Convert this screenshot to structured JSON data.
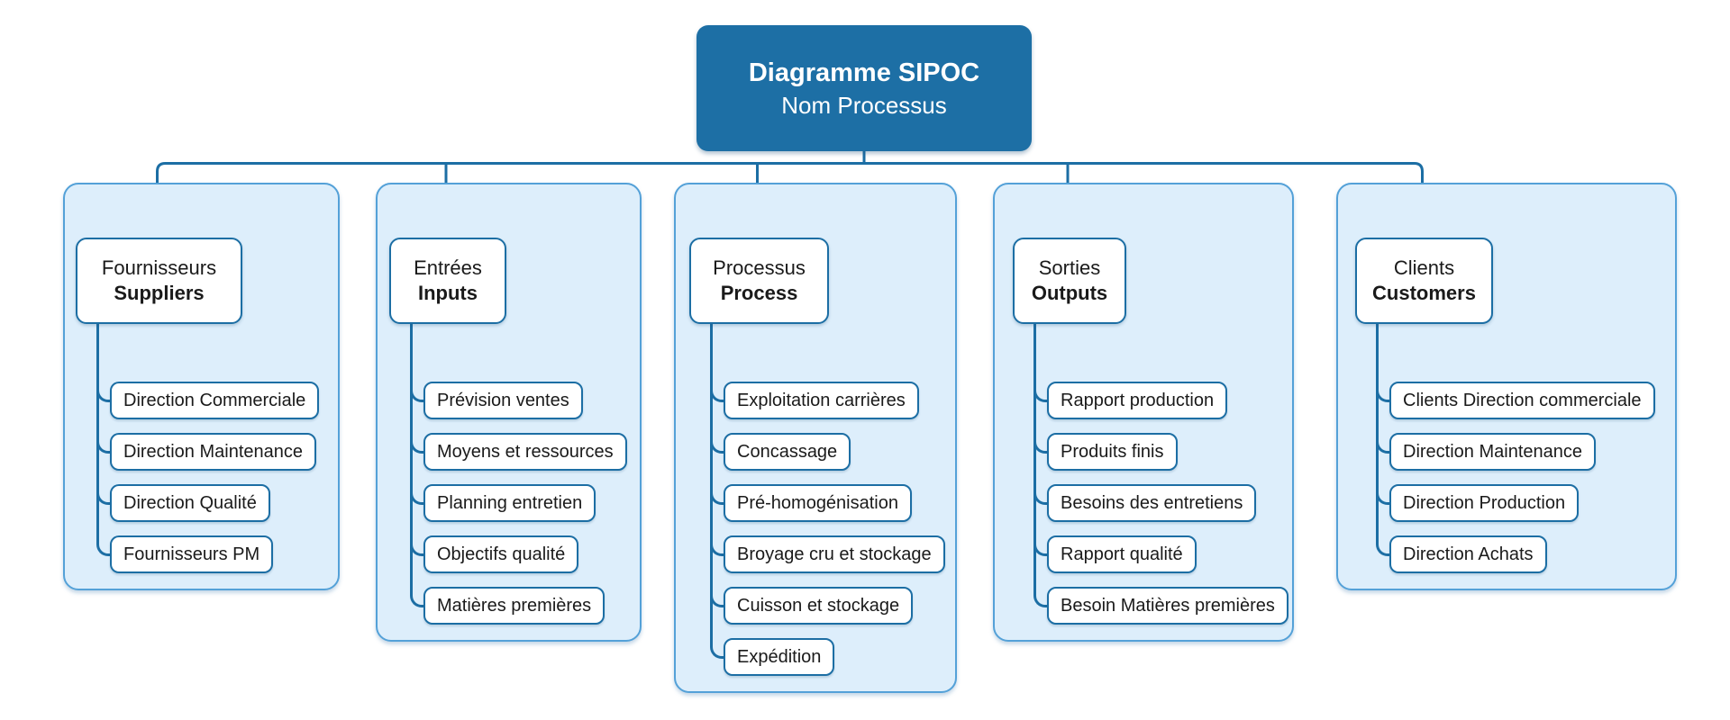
{
  "diagram": {
    "title": {
      "line1": "Diagramme SIPOC",
      "line2": "Nom Processus"
    },
    "columns": [
      {
        "id": "suppliers",
        "header_fr": "Fournisseurs",
        "header_en": "Suppliers",
        "items": [
          "Direction Commerciale",
          "Direction Maintenance",
          "Direction Qualité",
          "Fournisseurs PM"
        ]
      },
      {
        "id": "inputs",
        "header_fr": "Entrées",
        "header_en": "Inputs",
        "items": [
          "Prévision ventes",
          "Moyens et ressources",
          "Planning entretien",
          "Objectifs qualité",
          "Matières premières"
        ]
      },
      {
        "id": "process",
        "header_fr": "Processus",
        "header_en": "Process",
        "items": [
          "Exploitation carrières",
          "Concassage",
          "Pré-homogénisation",
          "Broyage cru et stockage",
          "Cuisson et stockage",
          "Expédition"
        ]
      },
      {
        "id": "outputs",
        "header_fr": "Sorties",
        "header_en": "Outputs",
        "items": [
          "Rapport production",
          "Produits finis",
          "Besoins des entretiens",
          "Rapport qualité",
          "Besoin Matières premières"
        ]
      },
      {
        "id": "customers",
        "header_fr": "Clients",
        "header_en": "Customers",
        "items": [
          "Clients Direction commerciale",
          "Direction Maintenance",
          "Direction Production",
          "Direction Achats"
        ]
      }
    ],
    "colors": {
      "title_fill": "#1d6fa5",
      "connector": "#1c6ea4",
      "box_border": "#1c6ea4",
      "panel_fill": "#ddeefb",
      "panel_border": "#54a1d8",
      "text": "#1a1a1a",
      "title_text": "#ffffff"
    }
  }
}
